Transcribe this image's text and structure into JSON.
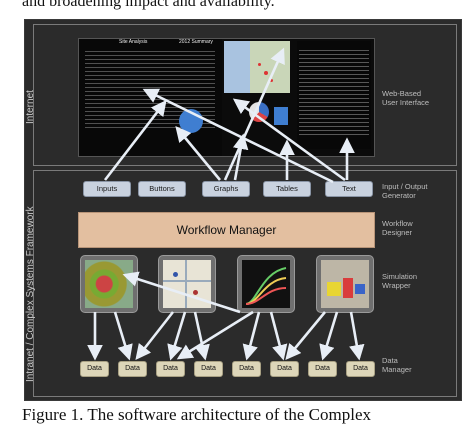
{
  "captions": {
    "top": "and broadening impact and availability.",
    "bottom": "Figure 1. The software architecture of the Complex"
  },
  "layers": {
    "internet": "Internet",
    "intranet": "Intranet / Complex Systems Framework"
  },
  "side_labels": {
    "web_ui": "Web-Based\nUser Interface",
    "io_gen": "Input / Output\nGenerator",
    "wf_designer": "Workflow\nDesigner",
    "sim_wrapper": "Simulation\nWrapper",
    "data_manager": "Data\nManager"
  },
  "screen": {
    "title": "Site Analysis",
    "summary": "2012 Summary"
  },
  "io_boxes": [
    "Inputs",
    "Buttons",
    "Graphs",
    "Tables",
    "Text"
  ],
  "workflow_manager": "Workflow Manager",
  "data_boxes": [
    "Data",
    "Data",
    "Data",
    "Data",
    "Data",
    "Data",
    "Data",
    "Data"
  ],
  "colors": {
    "background": "#2b2b2b",
    "io_box": "#c9d2df",
    "workflow": "#e3bfa0",
    "data_box": "#ddd6b9",
    "arrow": "#e8eef6"
  }
}
